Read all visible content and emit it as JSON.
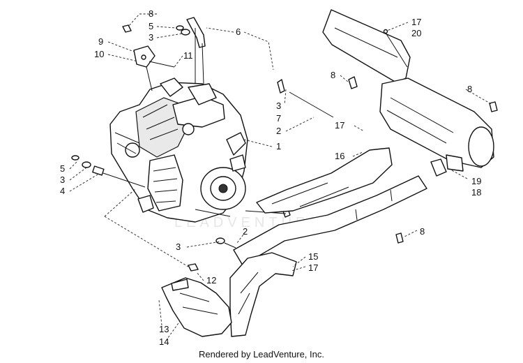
{
  "diagram": {
    "watermark": "LEADVENTURE",
    "credit": "Rendered by LeadVenture, Inc.",
    "callouts": [
      {
        "id": "c8a",
        "text": "8"
      },
      {
        "id": "c5a",
        "text": "5"
      },
      {
        "id": "c3a",
        "text": "3"
      },
      {
        "id": "c9",
        "text": "9"
      },
      {
        "id": "c10",
        "text": "10"
      },
      {
        "id": "c11",
        "text": "11"
      },
      {
        "id": "c6",
        "text": "6"
      },
      {
        "id": "c3b",
        "text": "3"
      },
      {
        "id": "c7",
        "text": "7"
      },
      {
        "id": "c2a",
        "text": "2"
      },
      {
        "id": "c1",
        "text": "1"
      },
      {
        "id": "c5b",
        "text": "5"
      },
      {
        "id": "c3c",
        "text": "3"
      },
      {
        "id": "c4",
        "text": "4"
      },
      {
        "id": "c17a",
        "text": "17"
      },
      {
        "id": "c20",
        "text": "20"
      },
      {
        "id": "c8b",
        "text": "8"
      },
      {
        "id": "c8c",
        "text": "8"
      },
      {
        "id": "c17b",
        "text": "17"
      },
      {
        "id": "c16",
        "text": "16"
      },
      {
        "id": "c19",
        "text": "19"
      },
      {
        "id": "c18",
        "text": "18"
      },
      {
        "id": "c8d",
        "text": "8"
      },
      {
        "id": "c2b",
        "text": "2"
      },
      {
        "id": "c3d",
        "text": "3"
      },
      {
        "id": "c15",
        "text": "15"
      },
      {
        "id": "c17c",
        "text": "17"
      },
      {
        "id": "c12",
        "text": "12"
      },
      {
        "id": "c13",
        "text": "13"
      },
      {
        "id": "c14",
        "text": "14"
      }
    ]
  }
}
